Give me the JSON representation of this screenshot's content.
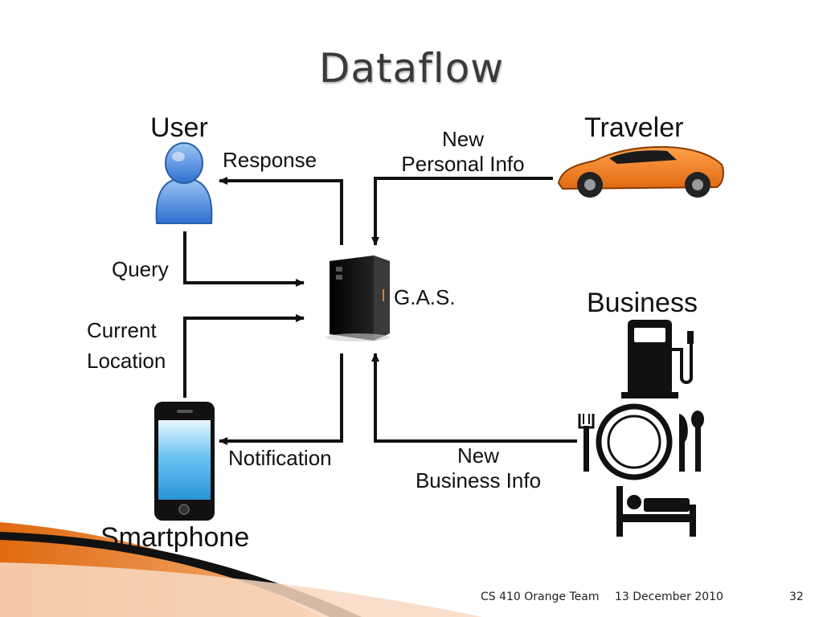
{
  "slide": {
    "title": "Dataflow"
  },
  "entities": {
    "user": "User",
    "traveler": "Traveler",
    "business": "Business",
    "smartphone": "Smartphone",
    "server": "G.A.S."
  },
  "flows": {
    "response": "Response",
    "new_personal_info": [
      "New",
      "Personal Info"
    ],
    "query": "Query",
    "current_location": [
      "Current",
      "Location"
    ],
    "notification": "Notification",
    "new_business_info": [
      "New",
      "Business Info"
    ]
  },
  "footer": {
    "team": "CS 410 Orange Team",
    "date": "13 December 2010",
    "page": "32"
  },
  "colors": {
    "accent_orange": "#f07a1a",
    "user_blue": "#4a8be0",
    "arrow": "#111111"
  },
  "icons": [
    "user-person-icon",
    "sports-car-icon",
    "server-tower-icon",
    "smartphone-icon",
    "gas-pump-icon",
    "plate-cutlery-icon",
    "bed-icon"
  ]
}
